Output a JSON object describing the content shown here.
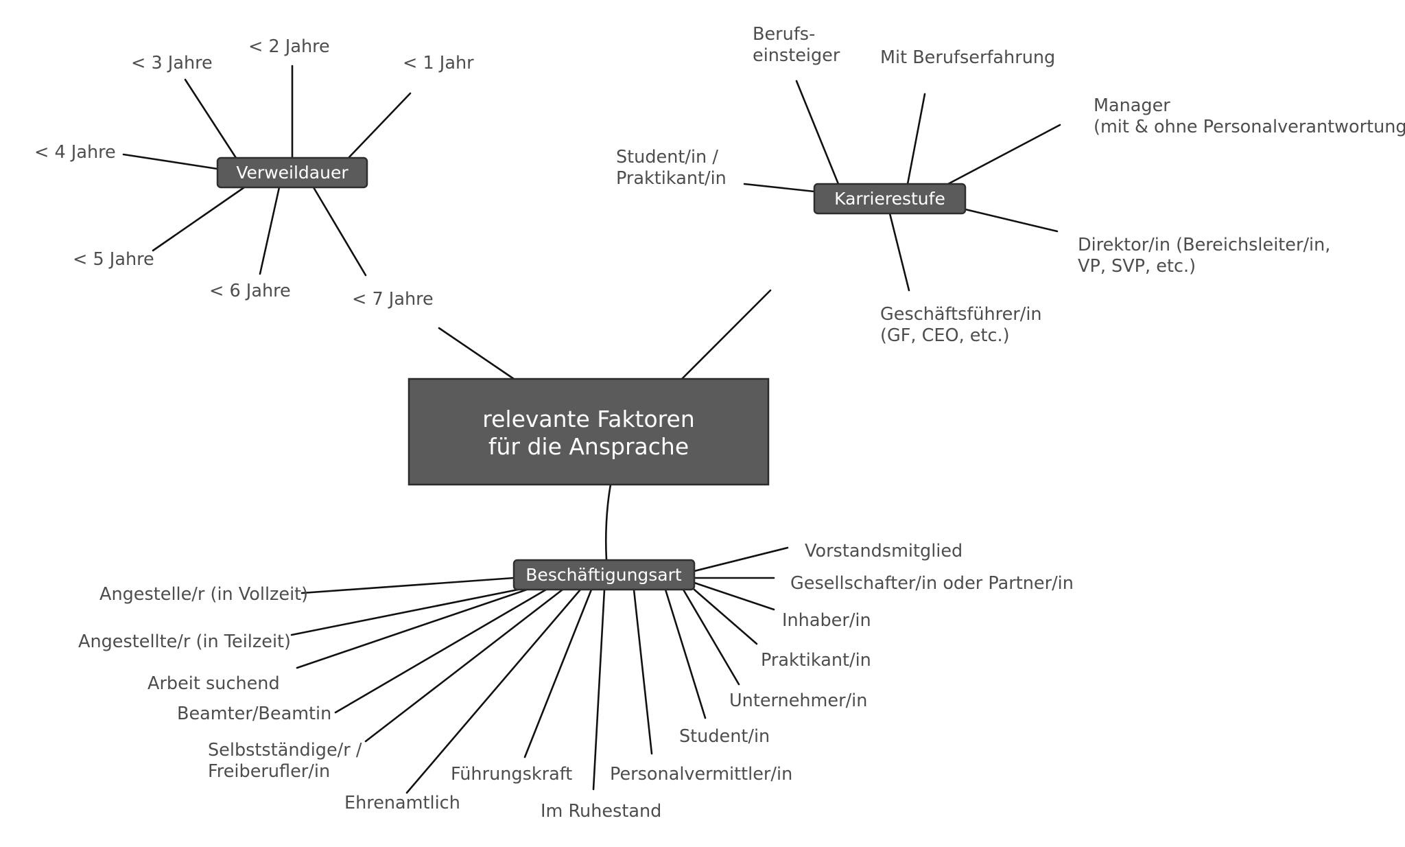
{
  "center": {
    "line1": "relevante Faktoren",
    "line2": "für die Ansprache"
  },
  "verweildauer": {
    "label": "Verweildauer",
    "items": [
      "< 1 Jahr",
      "< 2 Jahre",
      "< 3 Jahre",
      "< 4 Jahre",
      "< 5 Jahre",
      "< 6 Jahre",
      "< 7 Jahre"
    ]
  },
  "karrierestufe": {
    "label": "Karrierestufe",
    "items": [
      [
        "Berufs-",
        "einsteiger"
      ],
      [
        "Mit Berufserfahrung"
      ],
      [
        "Manager",
        "(mit & ohne Personalverantwortung)"
      ],
      [
        "Student/in /",
        "Praktikant/in"
      ],
      [
        "Direktor/in (Bereichsleiter/in,",
        "VP, SVP, etc.)"
      ],
      [
        "Geschäftsführer/in",
        "(GF, CEO, etc.)"
      ]
    ]
  },
  "beschaeftigungsart": {
    "label": "Beschäftigungsart",
    "items": [
      [
        "Angestelle/r (in Vollzeit)"
      ],
      [
        "Angestellte/r (in Teilzeit)"
      ],
      [
        "Arbeit suchend"
      ],
      [
        "Beamter/Beamtin"
      ],
      [
        "Selbstständige/r /",
        "Freiberufler/in"
      ],
      [
        "Ehrenamtlich"
      ],
      [
        "Führungskraft"
      ],
      [
        "Im Ruhestand"
      ],
      [
        "Personalvermittler/in"
      ],
      [
        "Student/in"
      ],
      [
        "Unternehmer/in"
      ],
      [
        "Praktikant/in"
      ],
      [
        "Inhaber/in"
      ],
      [
        "Gesellschafter/in oder Partner/in"
      ],
      [
        "Vorstandsmitglied"
      ]
    ]
  }
}
